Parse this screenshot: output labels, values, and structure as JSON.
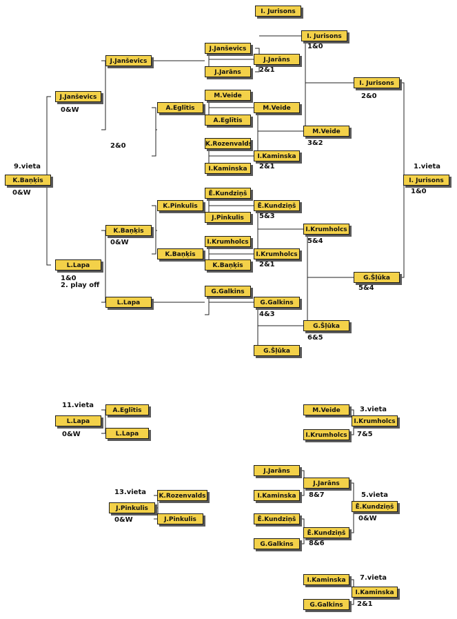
{
  "entries": [
    "I. Jurisons",
    "I. Jurisons",
    "J.Janševics",
    "J.Jarāns",
    "J.Jarāns",
    "J.Janševics",
    "I. Jurisons",
    "J.Janševics",
    "M.Veide",
    "M.Veide",
    "A.Eglītis",
    "A.Eglītis",
    "K.Rozenvalds",
    "I.Kaminska",
    "I.Kaminska",
    "M.Veide",
    "K.Baņķis",
    "I. Jurisons",
    "Ē.Kundziņš",
    "K.Pinkulis",
    "Ē.Kundziņš",
    "J.Pinkulis",
    "I.Krumholcs",
    "K.Baņķis",
    "I.Krumholcs",
    "I.Krumholcs",
    "K.Baņķis",
    "K.Baņķis",
    "G.Šļūka",
    "L.Lapa",
    "L.Lapa",
    "G.Galkins",
    "G.Galkins",
    "G.Šļūka",
    "G.Šļūka",
    "L.Lapa",
    "A.Eglītis",
    "L.Lapa",
    "M.Veide",
    "I.Krumholcs",
    "I.Krumholcs",
    "J.Jarāns",
    "J.Jarāns",
    "I.Kaminska",
    "Ē.Kundziņš",
    "Ē.Kundziņš",
    "Ē.Kundziņš",
    "G.Galkins",
    "J.Pinkulis",
    "K.Rozenvalds",
    "J.Pinkulis",
    "I.Kaminska",
    "I.Kaminska",
    "G.Galkins"
  ],
  "scores": [
    "1&0",
    "2&1",
    "2&0",
    "0&W",
    "3&2",
    "2&0",
    "2&1",
    "0&W",
    "5&3",
    "5&4",
    "1&0",
    "0&W",
    "2&1",
    "5&4",
    "4&3",
    "6&5",
    "1&0",
    "2. play off",
    "0&W",
    "7&5",
    "8&7",
    "8&6",
    "0&W",
    "0&W",
    "2&1"
  ],
  "places": [
    {
      "label": "9.vieta"
    },
    {
      "label": "1.vieta"
    },
    {
      "label": "11.vieta"
    },
    {
      "label": "3.vieta"
    },
    {
      "label": "5.vieta"
    },
    {
      "label": "13.vieta"
    },
    {
      "label": "7.vieta"
    }
  ]
}
